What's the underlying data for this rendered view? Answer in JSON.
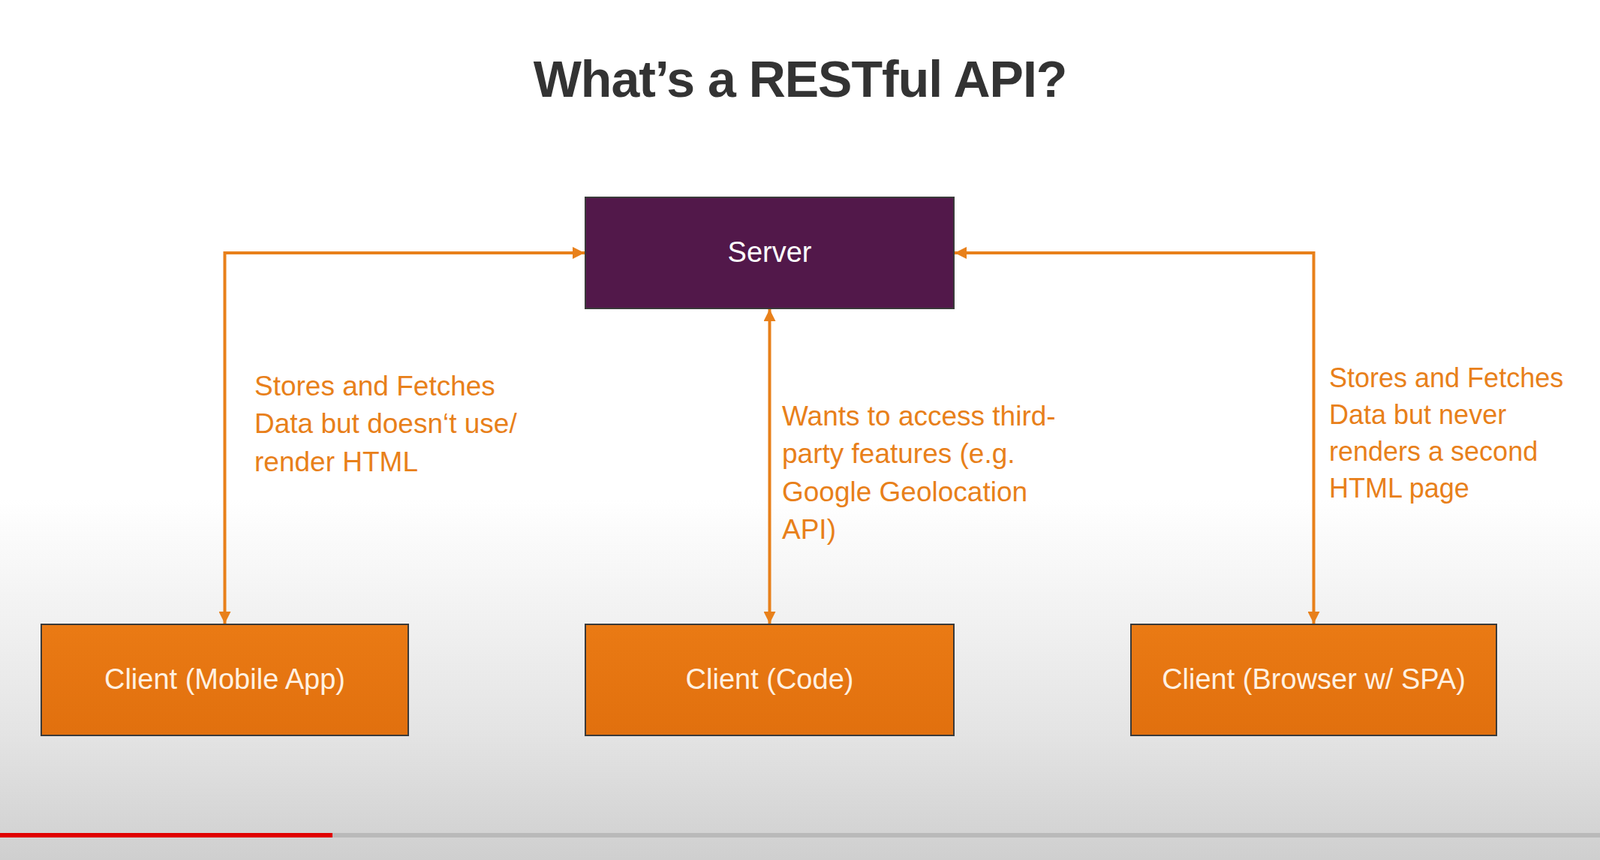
{
  "diagram": {
    "title": "What’s a RESTful API?",
    "nodes": [
      {
        "text": [
          "Server"
        ]
      },
      {
        "text": [
          "Client (Mobile App)"
        ]
      },
      {
        "text": [
          "Client (Code)"
        ]
      },
      {
        "text": [
          "Client (Browser w/ SPA)"
        ]
      }
    ],
    "edges": [
      {
        "from": 0,
        "to": 1,
        "arrow": "both",
        "label": "Stores and Fetches Data but doesn‘t use/ render HTML"
      },
      {
        "from": 0,
        "to": 2,
        "arrow": "both",
        "label": "Wants to access third-party features (e.g. Google Geolocation API)"
      },
      {
        "from": 0,
        "to": 3,
        "arrow": "both",
        "label": "Stores and Fetches Data but never renders a second HTML page"
      }
    ]
  }
}
